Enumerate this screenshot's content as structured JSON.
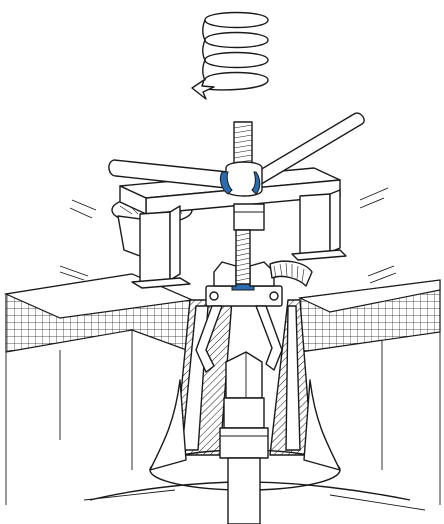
{
  "diagram": {
    "accent_color": "#2b6cb0",
    "line_color": "#1a1a1a",
    "background_color": "#ffffff",
    "parts": [
      "rotation-direction-spiral-icon",
      "threaded-spindle",
      "t-handle-bar",
      "puller-crossbar",
      "puller-jaws",
      "housing-wall-left",
      "housing-wall-right",
      "crankshaft-journal"
    ]
  }
}
